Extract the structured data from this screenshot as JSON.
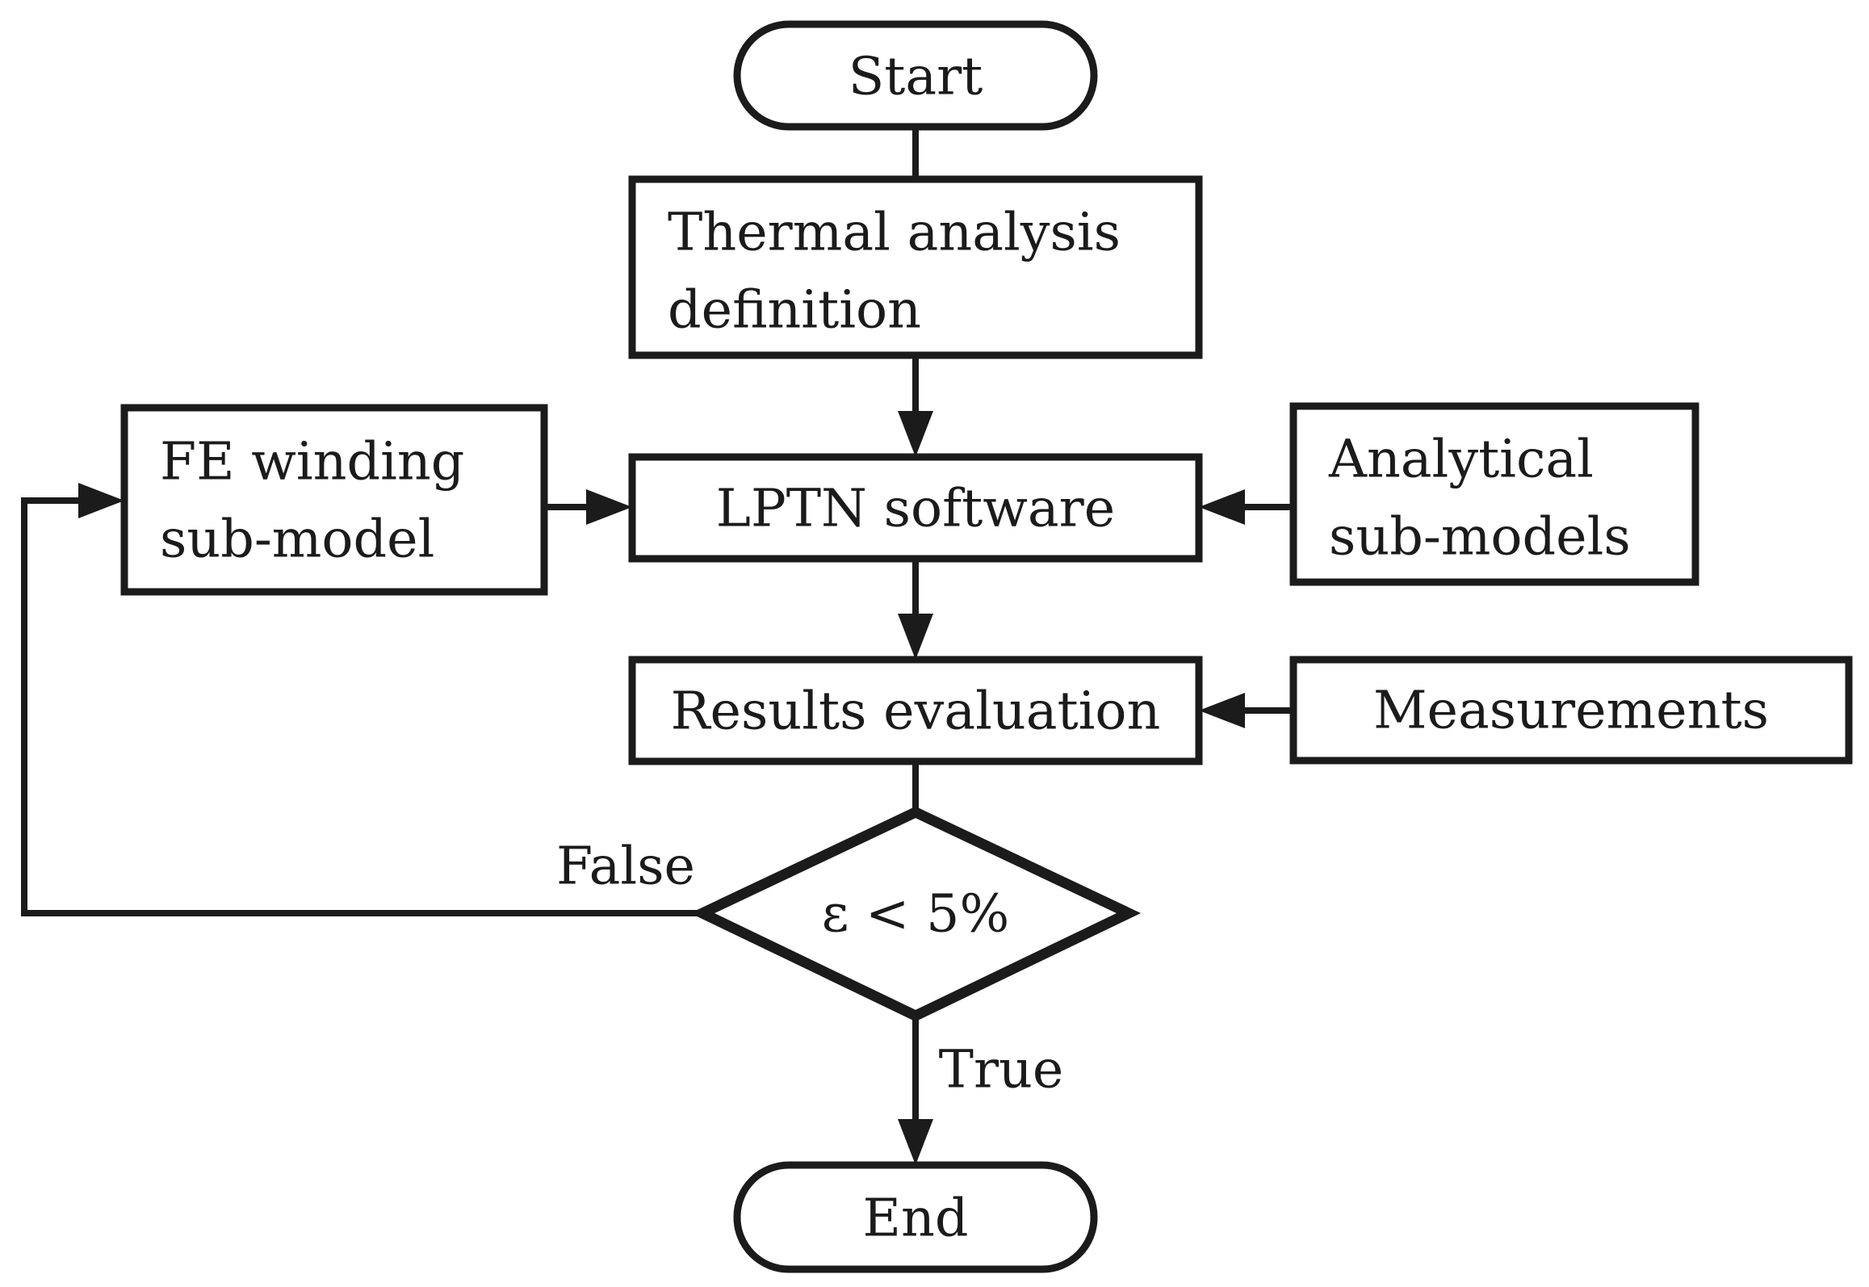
{
  "figure": {
    "type": "flowchart",
    "background": "#ffffff",
    "ink": "#1b1b1b"
  },
  "nodes": {
    "start": {
      "shape": "stadium",
      "label": "Start"
    },
    "thermal": {
      "shape": "rect",
      "lines": [
        "Thermal analysis",
        "definition"
      ]
    },
    "fe_winding": {
      "shape": "rect",
      "lines": [
        "FE winding",
        "sub-model"
      ]
    },
    "lptn": {
      "shape": "rect",
      "label": "LPTN software"
    },
    "analytical": {
      "shape": "rect",
      "lines": [
        "Analytical",
        "sub-models"
      ]
    },
    "results": {
      "shape": "rect",
      "label": "Results evaluation"
    },
    "measurements": {
      "shape": "rect",
      "label": "Measurements"
    },
    "decision": {
      "shape": "diamond",
      "label": "ε < 5%"
    },
    "end": {
      "shape": "stadium",
      "label": "End"
    }
  },
  "edges": [
    {
      "from": "start",
      "to": "thermal",
      "label": "",
      "arrow": false
    },
    {
      "from": "thermal",
      "to": "lptn",
      "label": "",
      "arrow": true
    },
    {
      "from": "fe_winding",
      "to": "lptn",
      "label": "",
      "arrow": true
    },
    {
      "from": "analytical",
      "to": "lptn",
      "label": "",
      "arrow": true
    },
    {
      "from": "lptn",
      "to": "results",
      "label": "",
      "arrow": true
    },
    {
      "from": "measurements",
      "to": "results",
      "label": "",
      "arrow": true
    },
    {
      "from": "results",
      "to": "decision",
      "label": "",
      "arrow": false
    },
    {
      "from": "decision",
      "to": "fe_winding",
      "label": "False",
      "arrow": true
    },
    {
      "from": "decision",
      "to": "end",
      "label": "True",
      "arrow": true
    }
  ]
}
